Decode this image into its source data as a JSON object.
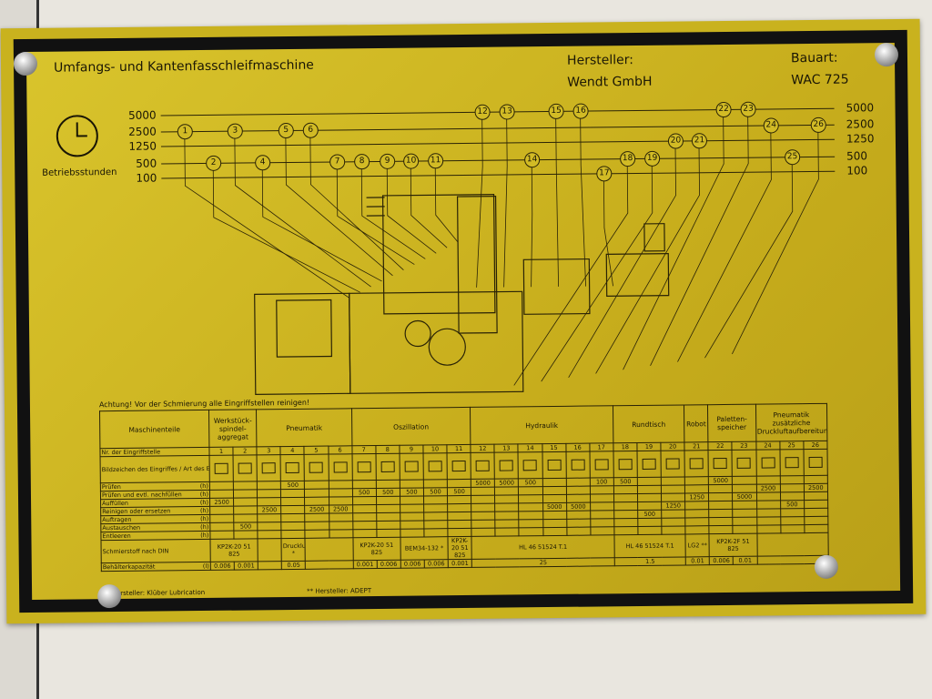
{
  "plate": {
    "title": "Umfangs- und Kantenfasschleifmaschine",
    "manufacturer_label": "Hersteller:",
    "manufacturer": "Wendt GmbH",
    "type_label": "Bauart:",
    "type": "WAC 725",
    "clock_label": "Betriebsstunden",
    "intervals": [
      "5000",
      "2500",
      "1250",
      "500",
      "100"
    ],
    "warning": "Achtung! Vor der Schmierung alle Eingriffstellen reinigen!",
    "footnote1": "*Hersteller: Klüber Lubrication",
    "footnote2": "** Hersteller: ADEPT"
  },
  "table": {
    "header_label": "Maschinenteile",
    "groups": [
      {
        "label": "Werkstück-spindel-aggregat",
        "span": 2
      },
      {
        "label": "Pneumatik",
        "span": 4
      },
      {
        "label": "Oszillation",
        "span": 5
      },
      {
        "label": "Hydraulik",
        "span": 6
      },
      {
        "label": "Rundtisch",
        "span": 3
      },
      {
        "label": "Robot",
        "span": 1
      },
      {
        "label": "Paletten-speicher",
        "span": 2
      },
      {
        "label": "Pneumatik zusätzliche Druckluftaufbereitung",
        "span": 3
      }
    ],
    "points_label": "Nr. der Eingriffstelle",
    "symbol_label": "Bildzeichen des Eingriffes / Art des Eingriffes",
    "points": [
      "1",
      "2",
      "3",
      "4",
      "5",
      "6",
      "7",
      "8",
      "9",
      "10",
      "11",
      "12",
      "13",
      "14",
      "15",
      "16",
      "17",
      "18",
      "19",
      "20",
      "21",
      "22",
      "23",
      "24",
      "25",
      "26"
    ],
    "rows": [
      {
        "label": "Prüfen",
        "unit": "(h)",
        "values": {
          "4": "500",
          "12": "5000",
          "13": "5000",
          "14": "500",
          "17": "100",
          "18": "500",
          "22": "5000"
        }
      },
      {
        "label": "Prüfen und evtl. nachfüllen",
        "unit": "(h)",
        "values": {
          "7": "500",
          "8": "500",
          "9": "500",
          "10": "500",
          "11": "500",
          "24": "2500",
          "26": "2500"
        }
      },
      {
        "label": "Auffüllen",
        "unit": "(h)",
        "values": {
          "1": "2500",
          "21": "1250",
          "23": "5000"
        }
      },
      {
        "label": "Reinigen oder ersetzen",
        "unit": "(h)",
        "values": {
          "3": "2500",
          "5": "2500",
          "6": "2500",
          "15": "5000",
          "16": "5000",
          "20": "1250",
          "25": "500"
        }
      },
      {
        "label": "Auftragen",
        "unit": "(h)",
        "values": {
          "19": "500"
        }
      },
      {
        "label": "Austauschen",
        "unit": "(h)",
        "values": {
          "2": "500"
        }
      },
      {
        "label": "Entleeren",
        "unit": "(h)",
        "values": {}
      }
    ],
    "lubricant_label": "Schmierstoff nach DIN",
    "lubricants": [
      {
        "span": 2,
        "text": "KP2K-20 51 825"
      },
      {
        "span": 1,
        "text": ""
      },
      {
        "span": 1,
        "text": "Druckluftöl *"
      },
      {
        "span": 2,
        "text": ""
      },
      {
        "span": 2,
        "text": "KP2K-20 51 825"
      },
      {
        "span": 2,
        "text": "BEM34-132 *"
      },
      {
        "span": 1,
        "text": "KP2K-20 51 825"
      },
      {
        "span": 6,
        "text": "HL 46 51524 T.1"
      },
      {
        "span": 3,
        "text": "HL 46 51524 T.1"
      },
      {
        "span": 1,
        "text": "LG2 **"
      },
      {
        "span": 2,
        "text": "KP2K-2F 51 825"
      },
      {
        "span": 3,
        "text": ""
      }
    ],
    "capacity_label": "Behälterkapazität",
    "capacity_unit": "(l)",
    "capacities": [
      {
        "span": 1,
        "text": "0.006"
      },
      {
        "span": 1,
        "text": "0.001"
      },
      {
        "span": 1,
        "text": ""
      },
      {
        "span": 1,
        "text": "0.05"
      },
      {
        "span": 2,
        "text": ""
      },
      {
        "span": 1,
        "text": "0.001"
      },
      {
        "span": 1,
        "text": "0.006"
      },
      {
        "span": 1,
        "text": "0.006"
      },
      {
        "span": 1,
        "text": "0.006"
      },
      {
        "span": 1,
        "text": "0.001"
      },
      {
        "span": 6,
        "text": "25"
      },
      {
        "span": 3,
        "text": "1.5"
      },
      {
        "span": 1,
        "text": "0.01"
      },
      {
        "span": 1,
        "text": "0.006"
      },
      {
        "span": 1,
        "text": "0.01"
      },
      {
        "span": 3,
        "text": ""
      }
    ]
  }
}
